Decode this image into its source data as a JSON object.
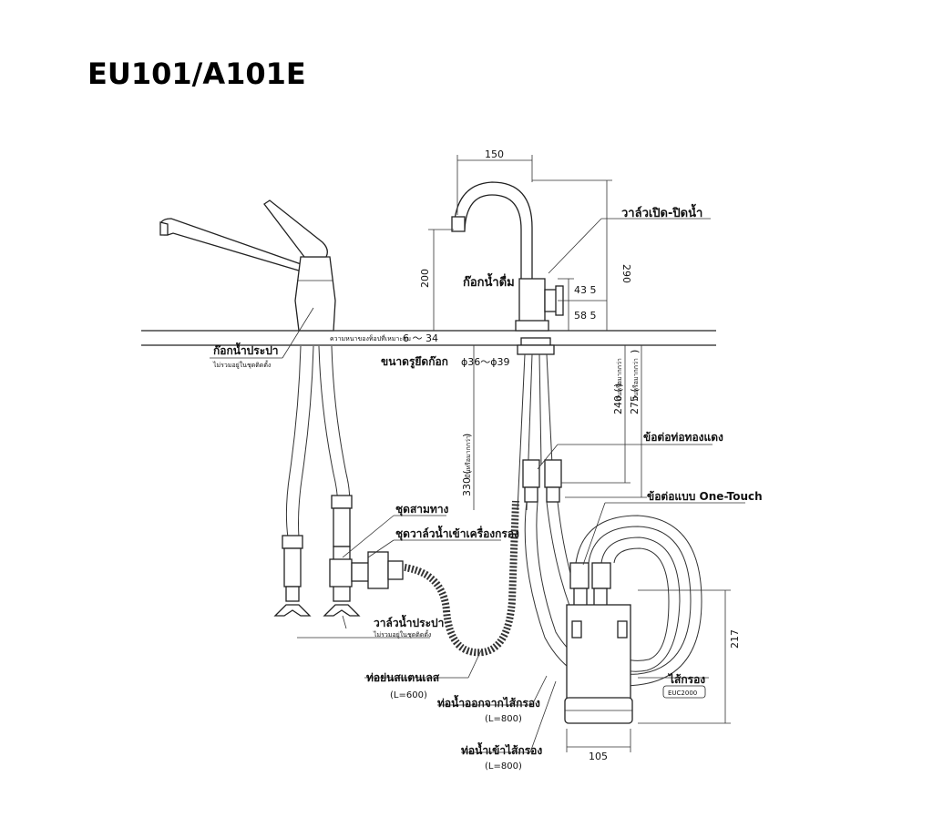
{
  "title": "EU101/A101E",
  "labels": {
    "drinking_faucet": "ก๊อกน้ำดื่ม",
    "on_off_valve": "วาล์วเปิด-ปิดน้ำ",
    "tap_faucet": "ก๊อกน้ำประปา",
    "tap_faucet_note": "ไม่รวมอยู่ในชุดติดตั้ง",
    "counter_thickness": "ความหนาของท็อปที่เหมาะสม",
    "mount_hole": "ขนาดรูยึดก๊อก",
    "copper_joint": "ข้อต่อท่อทองแดง",
    "one_touch": "ข้อต่อแบบ One-Touch",
    "three_way": "ชุดสามทาง",
    "inlet_valve_set": "ชุดวาล์วน้ำเข้าเครื่องกรอง",
    "tap_valve": "วาล์วน้ำประปา",
    "tap_valve_note": "ไม่รวมอยู่ในชุดติดตั้ง",
    "stainless_hose": "ท่อย่นสแตนเลส",
    "stainless_hose_len": "(L=600)",
    "outlet_hose": "ท่อน้ำออกจากไส้กรอง",
    "outlet_hose_len": "(L=800)",
    "inlet_hose": "ท่อน้ำเข้าไส้กรอง",
    "inlet_hose_len": "(L=800)",
    "cartridge": "ไส้กรอง",
    "cartridge_model": "EUC2000",
    "min_note": "มีนหรือมากกว่า"
  },
  "dimensions": {
    "width_150": "150",
    "h_200": "200",
    "h_290": "290",
    "h_435": "43 5",
    "h_585": "58 5",
    "thickness": "6 ～ 34",
    "hole": "ϕ36～ϕ39",
    "h_240": "240 (",
    "h_275": "275 (",
    "h_330": "330 (",
    "h_217": "217",
    "w_105": "105",
    "paren_close": ")"
  }
}
